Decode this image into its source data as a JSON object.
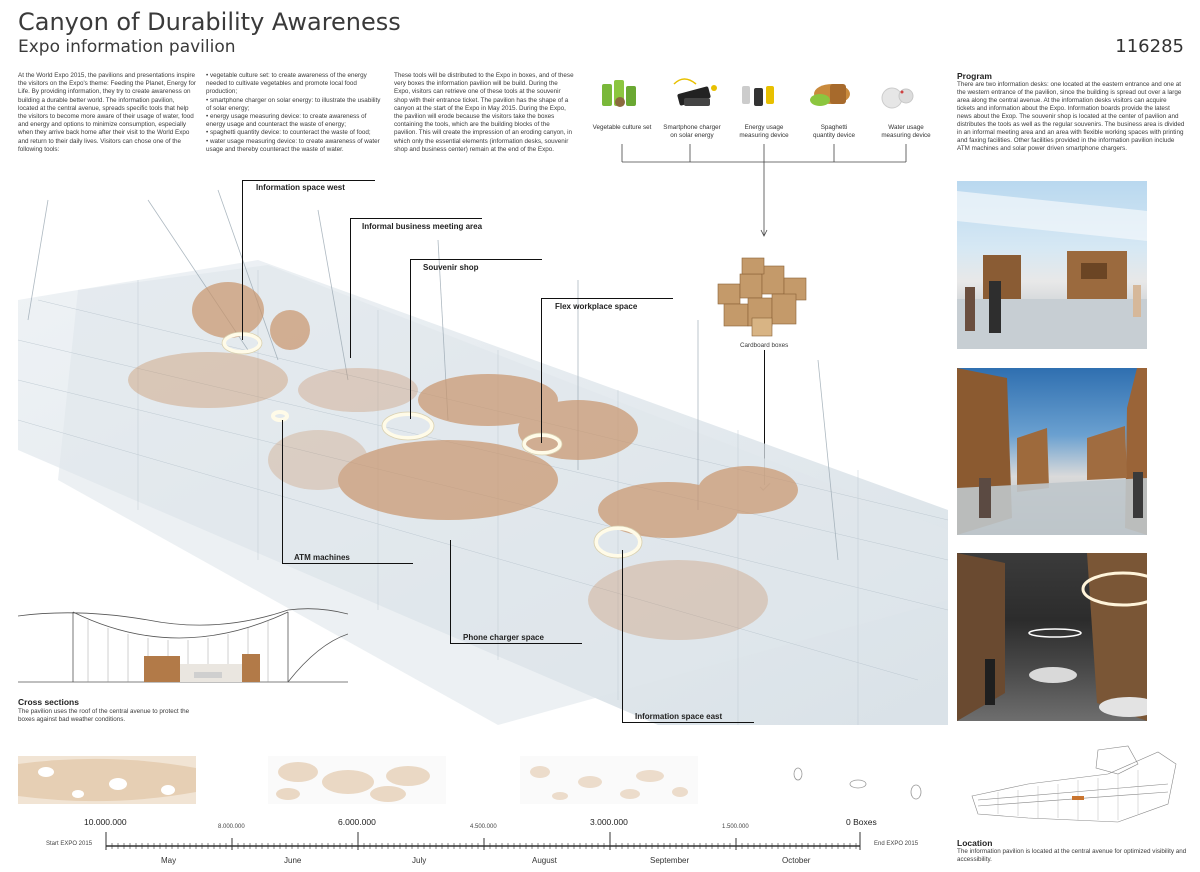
{
  "header": {
    "title": "Canyon of Durability Awareness",
    "subtitle": "Expo information pavilion",
    "project_id": "116285"
  },
  "intro_columns": {
    "col1": "At the World Expo 2015, the pavilions and presentations inspire the visitors on the Expo's theme: Feeding the Planet, Energy for Life. By providing information, they try to create awareness on building a durable better world. The information pavilion, located at the central avenue, spreads specific tools that help the visitors to become more aware of their usage of water, food and energy and options to minimize consumption, especially when they arrive back home after their visit to the World Expo and return to their daily lives. Visitors can chose one of the following tools:",
    "col2": [
      "• vegetable culture set: to create awareness of the energy needed to cultivate vegetables and promote local food production;",
      "• smartphone charger on solar energy: to illustrate the usability of solar energy;",
      "• energy usage measuring device: to create awareness of energy usage and counteract the waste of energy;",
      "• spaghetti quantity device: to counteract the waste of food;",
      "• water usage measuring device: to create awareness of water usage and thereby counteract the waste of water."
    ],
    "col3": "These tools will be distributed to the Expo in boxes, and of these very boxes the information pavilion will be build. During the Expo, visitors can retrieve one of these tools at the souvenir shop with their entrance ticket. The pavilion has the shape of a canyon at the start of the Expo in May 2015. During the Expo, the pavilion will erode because the visitors take the boxes containing the tools, which are the building blocks of the pavilion. This will create the impression of an eroding canyon, in which only the essential elements (information desks, souvenir shop and business center) remain at the end of the Expo."
  },
  "tools": [
    {
      "label_line1": "Vegetable culture set",
      "label_line2": "",
      "icon": "vegetable-culture-set-icon"
    },
    {
      "label_line1": "Smartphone charger",
      "label_line2": "on solar energy",
      "icon": "solar-charger-icon"
    },
    {
      "label_line1": "Energy usage",
      "label_line2": "measuring device",
      "icon": "energy-meter-icon"
    },
    {
      "label_line1": "Spaghetti",
      "label_line2": "quantity device",
      "icon": "spaghetti-device-icon"
    },
    {
      "label_line1": "Water usage",
      "label_line2": "measuring device",
      "icon": "water-meter-icon"
    }
  ],
  "boxes_label": "Cardboard boxes",
  "callouts": {
    "info_west": "Information space west",
    "business": "Informal business meeting area",
    "souvenir": "Souvenir shop",
    "flex": "Flex workplace space",
    "atm": "ATM machines",
    "phone": "Phone charger space",
    "info_east": "Information space east"
  },
  "program": {
    "heading": "Program",
    "text": "There are two information desks: one located at the eastern entrance and one at the western entrance of the pavilion, since the building is spread out over a large area along the central avenue. At the information desks visitors can acquire tickets and information about the Expo. Information boards provide the latest news about the Exop. The souvenir shop is located at the center of pavilion and distributes the tools as well as the regular souvenirs. The business area is divided in an informal meeting area and an area with flexible working spaces with printing and faxing facilities. Other facilities provided in the information pavilion include ATM machines and solar power driven smartphone chargers."
  },
  "cross_sections": {
    "heading": "Cross sections",
    "text": "The pavilion uses the roof of the central avenue to protect the boxes against bad weather conditions."
  },
  "location": {
    "heading": "Location",
    "text": "The information pavilion is located at the central avenue for optimized visibility and accessibility."
  },
  "timeline": {
    "start": "Start  EXPO 2015",
    "end": "End  EXPO 2015",
    "big_counts": [
      "10.000.000",
      "6.000.000",
      "3.000.000",
      "0 Boxes"
    ],
    "small_counts": [
      "8.000.000",
      "4.500.000",
      "1.500.000"
    ],
    "months": [
      "May",
      "June",
      "July",
      "August",
      "September",
      "October"
    ]
  },
  "colors": {
    "box_brown": "#b98a5e",
    "roof_blue": "#c9d6df",
    "timeline_line": "#333333"
  }
}
